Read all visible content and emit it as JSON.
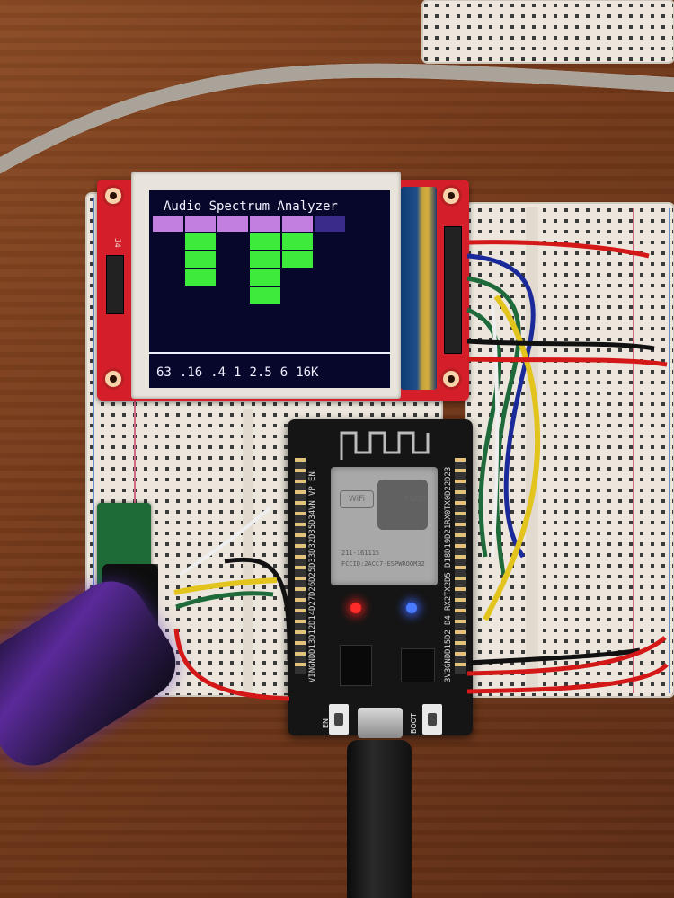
{
  "screen": {
    "title": "Audio Spectrum Analyzer",
    "freq_labels": [
      "63",
      ".16",
      ".4",
      "1",
      "2.5",
      "6",
      "16K"
    ]
  },
  "bands": [
    {
      "peak_level": 1,
      "bar_level": 0
    },
    {
      "peak_level": 1,
      "bar_level": 3
    },
    {
      "peak_level": 1,
      "bar_level": 0
    },
    {
      "peak_level": 1,
      "bar_level": 4
    },
    {
      "peak_level": 1,
      "bar_level": 2
    },
    {
      "peak_level": 1,
      "bar_level": 0
    }
  ],
  "colors": {
    "screen_background": "#07062b",
    "peak": "#c27fe0",
    "bar": "#3eea3b",
    "bar_dim": "#1f6b3a",
    "pcb_red": "#d41e2a",
    "esp_board": "#151515",
    "led_power": "#ff2a2a",
    "led_user": "#4a7bff",
    "table_wood": "#7a4220"
  },
  "board": {
    "shield_text": [
      "WiFi",
      "ESP32",
      "211-161115",
      "FCCID:2ACC7-ESPWROOM32"
    ],
    "left_pins": [
      "3V3",
      "GND",
      "D15",
      "D2",
      "D4",
      "RX2",
      "TX2",
      "D5",
      "D18",
      "D19",
      "D21",
      "RX0",
      "TX0",
      "D22",
      "D23"
    ],
    "right_pins": [
      "VIN",
      "GND",
      "D13",
      "D12",
      "D14",
      "D27",
      "D26",
      "D25",
      "D33",
      "D32",
      "D35",
      "D34",
      "VN",
      "VP",
      "EN"
    ],
    "button_en": "EN",
    "button_boot": "BOOT",
    "header_label": "J4"
  }
}
